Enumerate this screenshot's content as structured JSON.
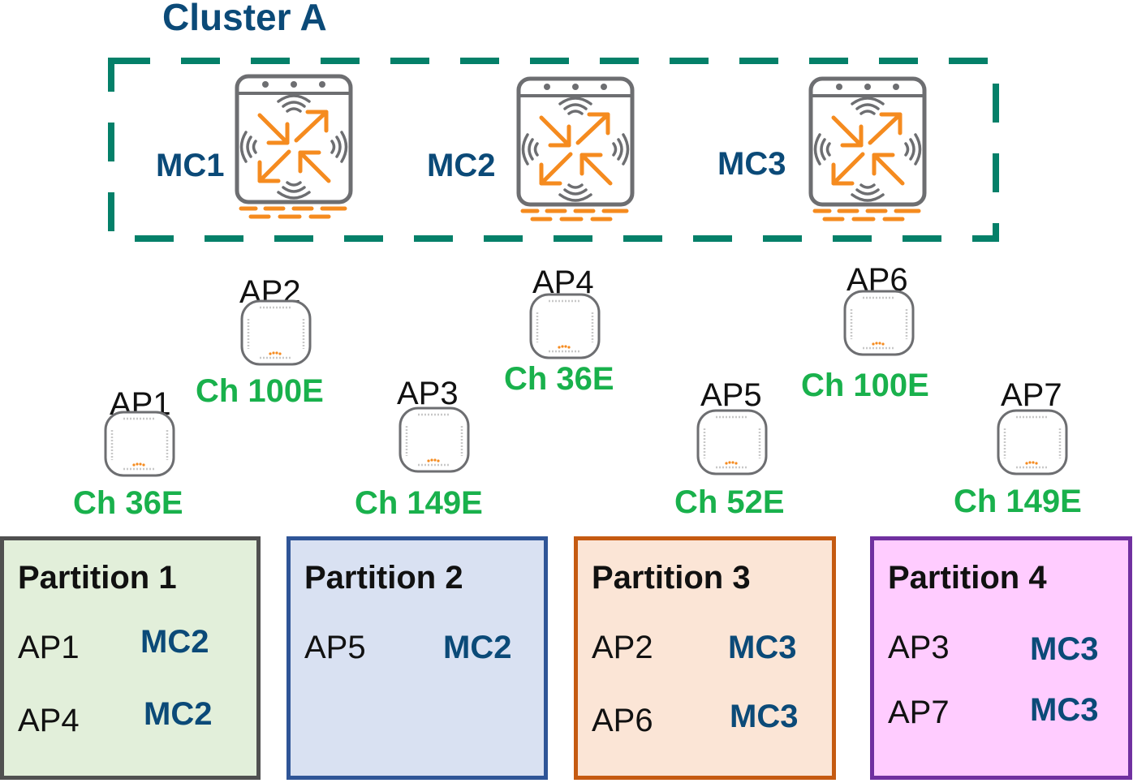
{
  "cluster": {
    "title": "Cluster A",
    "border_color": "#048069",
    "controllers": [
      {
        "name": "MC1"
      },
      {
        "name": "MC2"
      },
      {
        "name": "MC3"
      }
    ]
  },
  "access_points": [
    {
      "name": "AP1",
      "channel": "Ch 36E"
    },
    {
      "name": "AP2",
      "channel": "Ch 100E"
    },
    {
      "name": "AP3",
      "channel": "Ch 149E"
    },
    {
      "name": "AP4",
      "channel": "Ch 36E"
    },
    {
      "name": "AP5",
      "channel": "Ch 52E"
    },
    {
      "name": "AP6",
      "channel": "Ch 100E"
    },
    {
      "name": "AP7",
      "channel": "Ch 149E"
    }
  ],
  "partitions": [
    {
      "title": "Partition 1",
      "fill": "#e2efda",
      "border": "#505050",
      "rows": [
        {
          "ap": "AP1",
          "mc": "MC2"
        },
        {
          "ap": "AP4",
          "mc": "MC2"
        }
      ]
    },
    {
      "title": "Partition 2",
      "fill": "#d9e1f2",
      "border": "#2f5597",
      "rows": [
        {
          "ap": "AP5",
          "mc": "MC2"
        }
      ]
    },
    {
      "title": "Partition 3",
      "fill": "#fbe5d6",
      "border": "#c55a11",
      "rows": [
        {
          "ap": "AP2",
          "mc": "MC3"
        },
        {
          "ap": "AP6",
          "mc": "MC3"
        }
      ]
    },
    {
      "title": "Partition 4",
      "fill": "#ffccff",
      "border": "#7030a0",
      "rows": [
        {
          "ap": "AP3",
          "mc": "MC3"
        },
        {
          "ap": "AP7",
          "mc": "MC3"
        }
      ]
    }
  ],
  "colors": {
    "controller_label": "#0b4a78",
    "channel_label": "#19b14c",
    "icon_orange": "#f58b1f",
    "icon_gray": "#6d6e71"
  }
}
